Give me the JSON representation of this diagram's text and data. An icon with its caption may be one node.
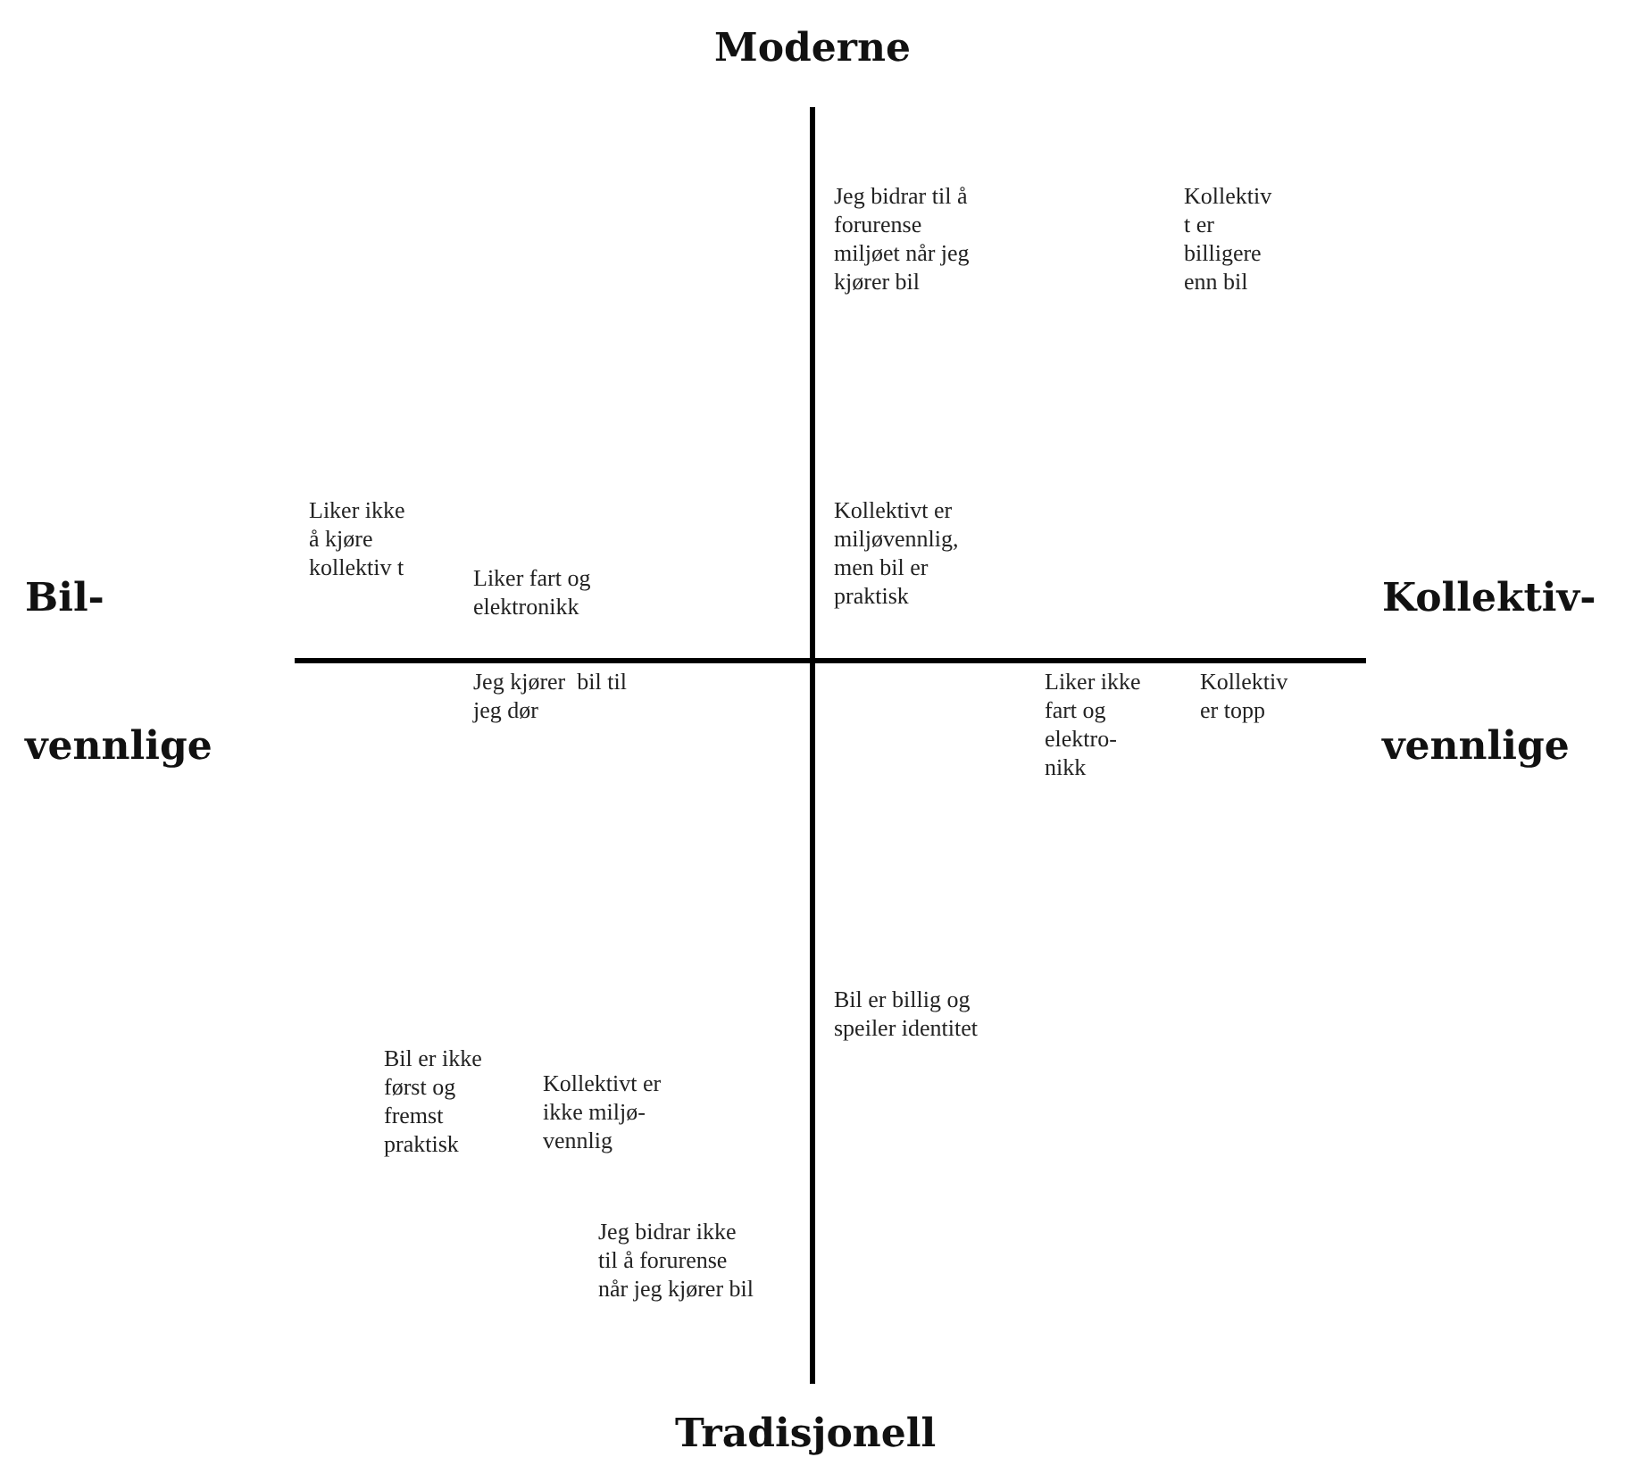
{
  "diagram": {
    "labels": [
      "Moderne",
      "Jeg bidrar til å forurense miljøet når jeg kjører bil",
      "Kollektiv t er billigere enn bil",
      "Liker ikke å kjøre kollektiv t",
      "Liker fart og elektronikk",
      "Kollektivt er miljøvennlig, men bil er praktisk",
      "Bil-",
      "Kollektiv-",
      "vennlige",
      "Jeg kjører  bil til jeg dør",
      "Liker ikke fart og elektro- nikk",
      "Kollektiv er topp",
      "vennlige",
      "Bil er billig og  speiler identitet",
      "Bil er ikke først og fremst praktisk",
      "Kollektivt er ikke miljø- vennlig",
      "Jeg bidrar ikke til å forurense når jeg kjører bil",
      "Tradisjonell"
    ]
  }
}
